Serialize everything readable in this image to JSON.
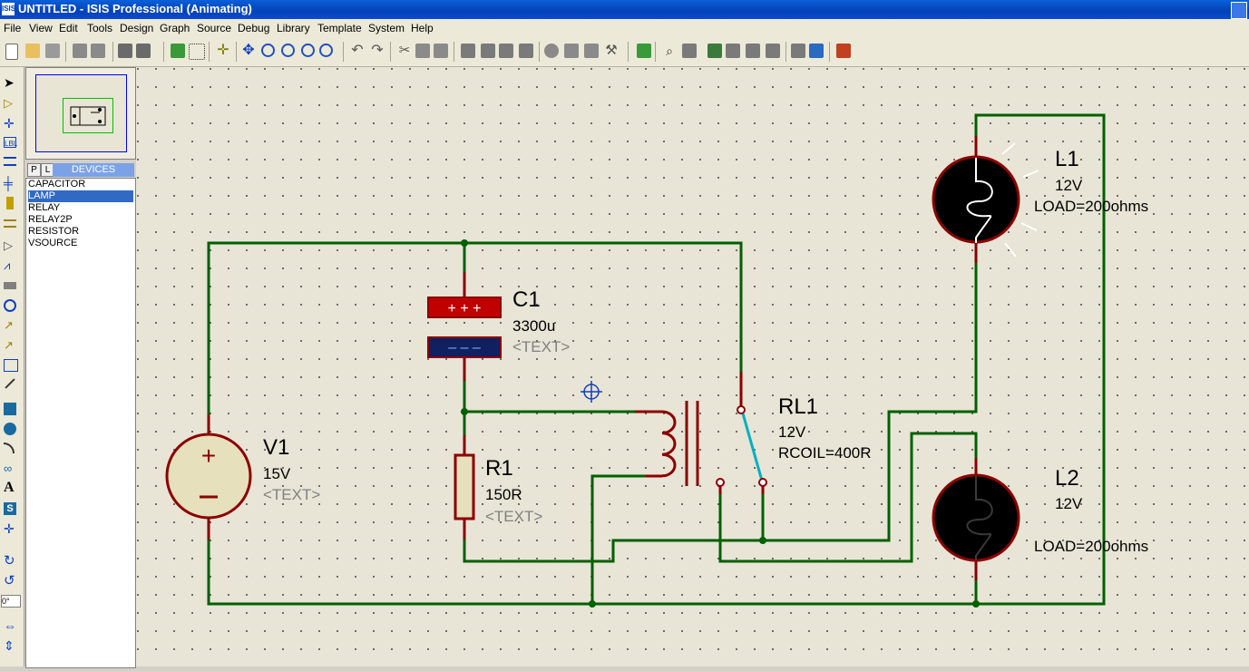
{
  "window": {
    "title": "UNTITLED - ISIS Professional (Animating)",
    "app_icon_text": "ISIS"
  },
  "menu": [
    "File",
    "View",
    "Edit",
    "Tools",
    "Design",
    "Graph",
    "Source",
    "Debug",
    "Library",
    "Template",
    "System",
    "Help"
  ],
  "left_tools": {
    "rotation_value": "0°"
  },
  "device_panel": {
    "tab_p": "P",
    "tab_l": "L",
    "title": "DEVICES",
    "items": [
      "CAPACITOR",
      "LAMP",
      "RELAY",
      "RELAY2P",
      "RESISTOR",
      "VSOURCE"
    ],
    "selected": "LAMP"
  },
  "schematic": {
    "v1": {
      "ref": "V1",
      "value": "15V",
      "text": "<TEXT>"
    },
    "c1": {
      "ref": "C1",
      "value": "3300u",
      "text": "<TEXT>"
    },
    "r1": {
      "ref": "R1",
      "value": "150R",
      "text": "<TEXT>"
    },
    "rl1": {
      "ref": "RL1",
      "value": "12V",
      "param": "RCOIL=400R"
    },
    "l1": {
      "ref": "L1",
      "value": "12V",
      "param": "LOAD=200ohms"
    },
    "l2": {
      "ref": "L2",
      "value": "12V",
      "param": "LOAD=200ohms"
    },
    "colors": {
      "wire": "#006000",
      "pin": "#8b0000",
      "label": "#000000",
      "text_placeholder": "#808080",
      "relay_contact": "#00b0c0"
    }
  }
}
